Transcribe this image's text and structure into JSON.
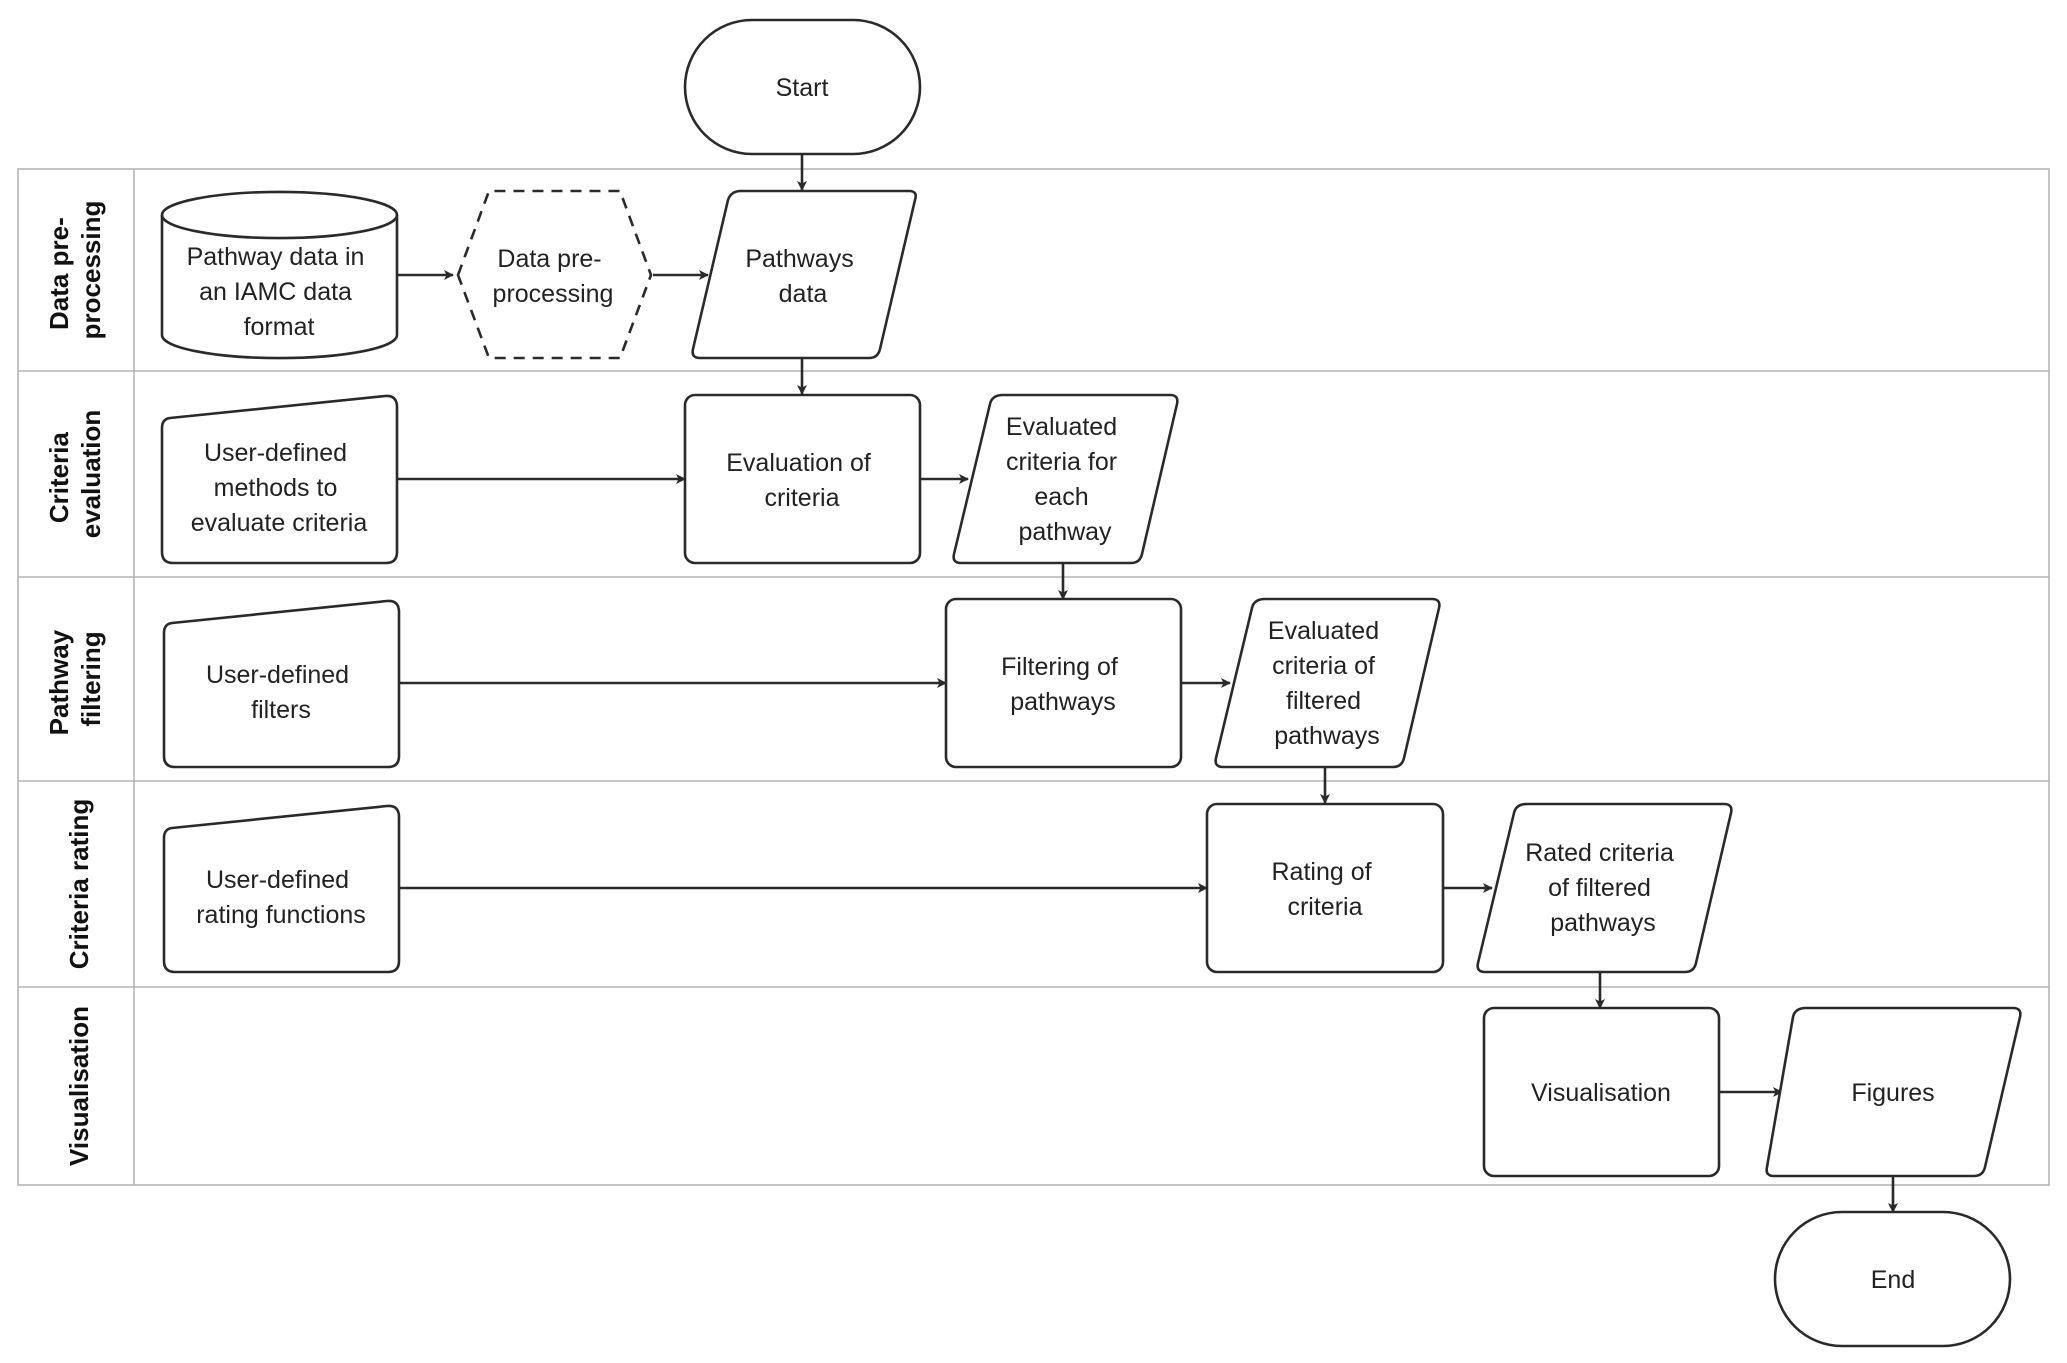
{
  "lanes": [
    {
      "id": "data-preprocessing",
      "lines": [
        "Data pre-",
        "processing"
      ]
    },
    {
      "id": "criteria-evaluation",
      "lines": [
        "Criteria",
        "evaluation"
      ]
    },
    {
      "id": "pathway-filtering",
      "lines": [
        "Pathway",
        "filtering"
      ]
    },
    {
      "id": "criteria-rating",
      "lines": [
        "Criteria rating"
      ]
    },
    {
      "id": "visualisation",
      "lines": [
        "Visualisation"
      ]
    }
  ],
  "nodes": {
    "start": {
      "shape": "terminator",
      "lines": [
        "Start"
      ]
    },
    "pathway_data_iamc": {
      "shape": "database",
      "lines": [
        "Pathway data in",
        "an IAMC data",
        "format"
      ]
    },
    "data_preprocessing": {
      "shape": "hexagon-dashed",
      "lines": [
        "Data pre-",
        "processing"
      ]
    },
    "pathways_data": {
      "shape": "data",
      "lines": [
        "Pathways",
        "data"
      ]
    },
    "user_methods": {
      "shape": "manual-input",
      "lines": [
        "User-defined",
        "methods to",
        "evaluate criteria"
      ]
    },
    "evaluation_of_criteria": {
      "shape": "process",
      "lines": [
        "Evaluation of",
        "criteria"
      ]
    },
    "evaluated_criteria_each": {
      "shape": "data",
      "lines": [
        "Evaluated",
        "criteria for",
        "each",
        "pathway"
      ]
    },
    "user_filters": {
      "shape": "manual-input",
      "lines": [
        "User-defined",
        "filters"
      ]
    },
    "filtering_of_pathways": {
      "shape": "process",
      "lines": [
        "Filtering of",
        "pathways"
      ]
    },
    "evaluated_criteria_filtered": {
      "shape": "data",
      "lines": [
        "Evaluated",
        "criteria of",
        "filtered",
        "pathways"
      ]
    },
    "user_rating_functions": {
      "shape": "manual-input",
      "lines": [
        "User-defined",
        "rating functions"
      ]
    },
    "rating_of_criteria": {
      "shape": "process",
      "lines": [
        "Rating of",
        "criteria"
      ]
    },
    "rated_criteria": {
      "shape": "data",
      "lines": [
        "Rated criteria",
        "of filtered",
        "pathways"
      ]
    },
    "visualisation": {
      "shape": "process",
      "lines": [
        "Visualisation"
      ]
    },
    "figures": {
      "shape": "data",
      "lines": [
        "Figures"
      ]
    },
    "end": {
      "shape": "terminator",
      "lines": [
        "End"
      ]
    }
  },
  "edges": [
    {
      "from": "start",
      "to": "pathways_data"
    },
    {
      "from": "pathway_data_iamc",
      "to": "data_preprocessing"
    },
    {
      "from": "data_preprocessing",
      "to": "pathways_data"
    },
    {
      "from": "pathways_data",
      "to": "evaluation_of_criteria"
    },
    {
      "from": "user_methods",
      "to": "evaluation_of_criteria"
    },
    {
      "from": "evaluation_of_criteria",
      "to": "evaluated_criteria_each"
    },
    {
      "from": "evaluated_criteria_each",
      "to": "filtering_of_pathways"
    },
    {
      "from": "user_filters",
      "to": "filtering_of_pathways"
    },
    {
      "from": "filtering_of_pathways",
      "to": "evaluated_criteria_filtered"
    },
    {
      "from": "evaluated_criteria_filtered",
      "to": "rating_of_criteria"
    },
    {
      "from": "user_rating_functions",
      "to": "rating_of_criteria"
    },
    {
      "from": "rating_of_criteria",
      "to": "rated_criteria"
    },
    {
      "from": "rated_criteria",
      "to": "visualisation"
    },
    {
      "from": "visualisation",
      "to": "figures"
    },
    {
      "from": "figures",
      "to": "end"
    }
  ],
  "colors": {
    "stroke": "#2a2a2a",
    "lane_border": "#b5b5b5",
    "text": "#222222"
  }
}
